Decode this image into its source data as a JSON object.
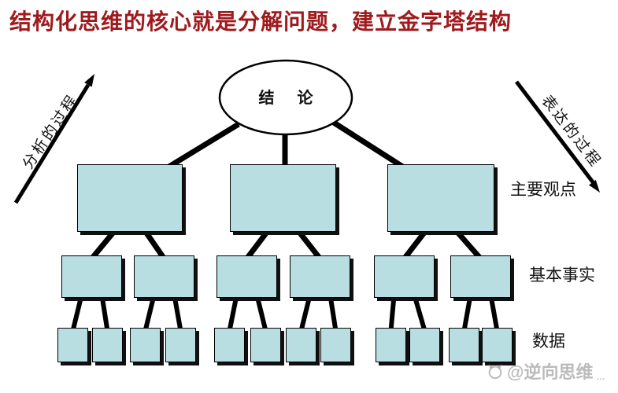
{
  "title": {
    "text": "结构化思维的核心就是分解问题，建立金字塔结构",
    "color": "#9e1a1d"
  },
  "pyramid": {
    "apex_label": "结 论",
    "box_fill": "#b9dee2",
    "levels": [
      {
        "name": "main-points",
        "label": "主要观点",
        "count": 3
      },
      {
        "name": "basic-facts",
        "label": "基本事实",
        "count": 6
      },
      {
        "name": "data",
        "label": "数据",
        "count": 12
      }
    ]
  },
  "arrows": {
    "left": {
      "label": "分析的过程",
      "direction": "up-right"
    },
    "right": {
      "label": "表达的过程",
      "direction": "down-right"
    }
  },
  "watermark": {
    "text": "@逆向思维",
    "suffix": "…"
  },
  "colors": {
    "line": "#000000",
    "shadow": "#101010",
    "background": "#ffffff"
  }
}
